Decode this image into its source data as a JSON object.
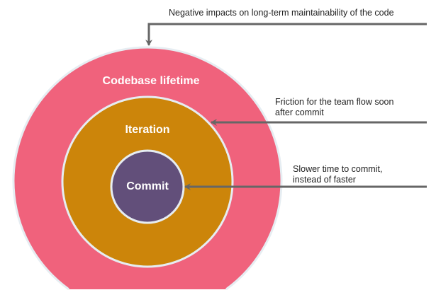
{
  "rings": {
    "outer": {
      "label": "Codebase lifetime",
      "color": "#F0627C"
    },
    "middle": {
      "label": "Iteration",
      "color": "#CC850A"
    },
    "inner": {
      "label": "Commit",
      "color": "#624F7A"
    },
    "border_color": "#E6EDF2"
  },
  "annotations": {
    "lifetime": "Negative impacts on long-term maintainability of the code",
    "iteration_line1": "Friction for the team flow soon",
    "iteration_line2": "after commit",
    "commit_line1": "Slower time to commit,",
    "commit_line2": "instead of faster"
  },
  "arrow_color": "#666666"
}
